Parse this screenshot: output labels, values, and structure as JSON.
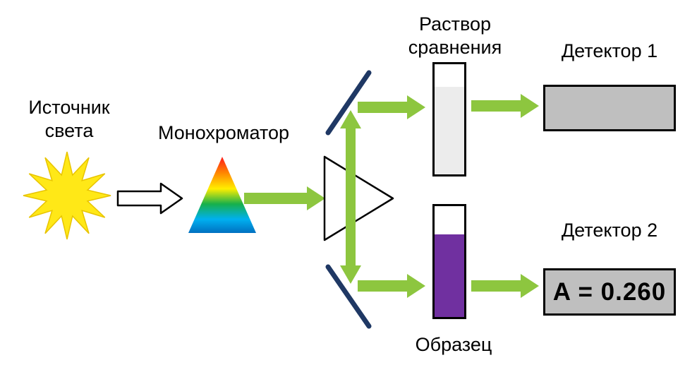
{
  "diagram": {
    "type": "spectrophotometer-schematic",
    "labels": {
      "light_source": "Источник света",
      "monochromator": "Монохроматор",
      "reference_solution": "Раствор сравнения",
      "sample": "Образец",
      "detector_1": "Детектор 1",
      "detector_2": "Детектор 2"
    },
    "reading": {
      "absorbance": "A = 0.260"
    },
    "icons": {
      "light_source": "sunburst-icon",
      "monochromator": "rainbow-prism-icon",
      "beam_splitter": "splitter-prism-icon",
      "mirror": "mirror-line-icon",
      "beam": "green-arrow-icon"
    },
    "colors": {
      "beam_arrow_green": "#8DC63F",
      "mirror_navy": "#1F3864",
      "sample_liquid_purple": "#7030A0",
      "reference_liquid_gray": "#ECECEC",
      "detector_gray": "#BFBFBF",
      "sun_yellow": "#FFE817"
    }
  }
}
